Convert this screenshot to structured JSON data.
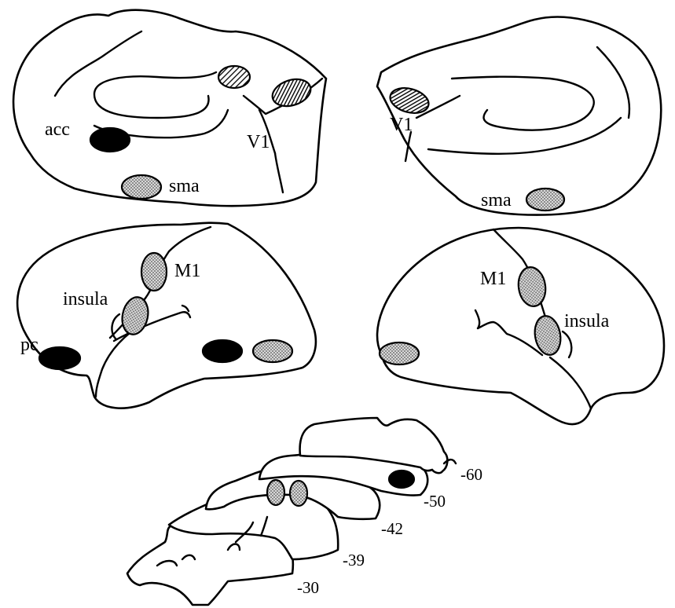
{
  "colors": {
    "background": "#ffffff",
    "line": "#000000",
    "black_activation": "#000000",
    "stippled_activation": "#bdbdbd",
    "hatched_activation": "#000000"
  },
  "legend_encoding": {
    "black": "solid black spot",
    "stippled": "grey dotted spot",
    "hatched": "diagonal hatched spot"
  },
  "labels": {
    "acc": "acc",
    "v1": "V1",
    "sma": "sma",
    "m1": "M1",
    "insula": "insula",
    "pc": "pc"
  },
  "depths": [
    "-60",
    "-50",
    "-42",
    "-39",
    "-30"
  ]
}
